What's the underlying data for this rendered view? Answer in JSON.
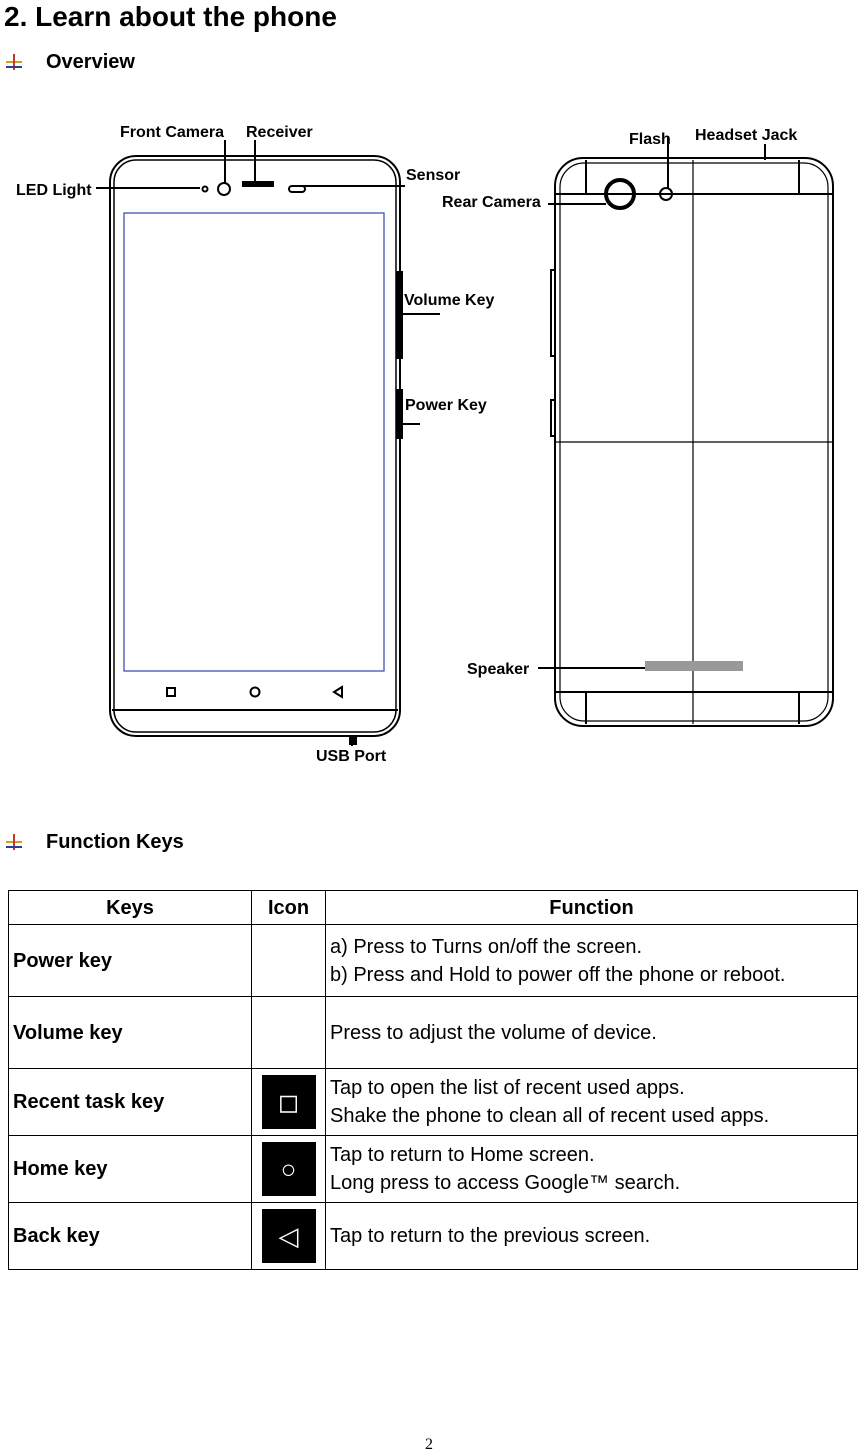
{
  "heading": "2. Learn about the phone",
  "sections": {
    "overview": "Overview",
    "function_keys": "Function Keys"
  },
  "diagram_labels": {
    "front_camera": "Front Camera",
    "receiver": "Receiver",
    "led_light": "LED Light",
    "sensor": "Sensor",
    "volume_key": "Volume Key",
    "power_key": "Power Key",
    "usb_port": "USB Port",
    "flash": "Flash",
    "headset_jack": "Headset Jack",
    "rear_camera": "Rear Camera",
    "speaker": "Speaker"
  },
  "table": {
    "headers": [
      "Keys",
      "Icon",
      "Function"
    ],
    "rows": [
      {
        "key": "Power key",
        "icon": "",
        "icon_name": "none",
        "lines": [
          "a) Press to Turns on/off the screen.",
          "b) Press and Hold to power off the phone or reboot."
        ]
      },
      {
        "key": "Volume key",
        "icon": "",
        "icon_name": "none",
        "lines": [
          "Press to adjust the volume of device."
        ]
      },
      {
        "key": "Recent task key",
        "icon": "◻",
        "icon_name": "recent-square-icon",
        "lines": [
          "Tap to open the list of recent used apps.",
          "Shake the phone to clean all of recent used apps."
        ]
      },
      {
        "key": "Home key",
        "icon": "○",
        "icon_name": "home-circle-icon",
        "lines": [
          "Tap to return to Home screen.",
          "Long press to access Google™ search."
        ]
      },
      {
        "key": "Back key",
        "icon": "◁",
        "icon_name": "back-triangle-icon",
        "lines": [
          "Tap to return to the previous screen."
        ]
      }
    ]
  },
  "page_number": "2"
}
